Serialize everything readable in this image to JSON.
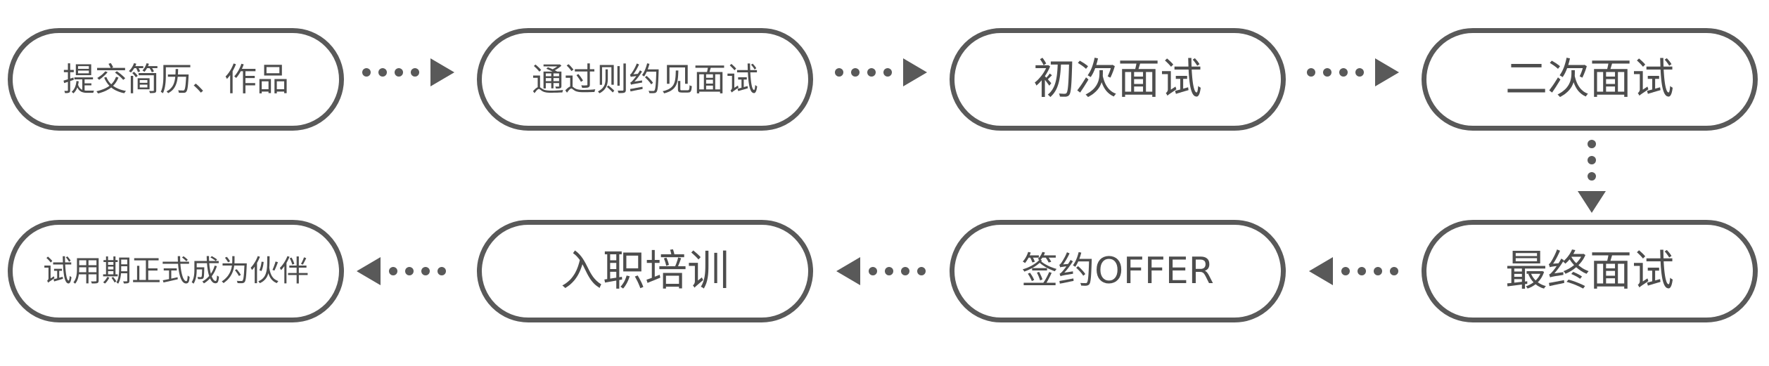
{
  "flow": {
    "steps": [
      {
        "label": "提交简历、作品"
      },
      {
        "label": "通过则约见面试"
      },
      {
        "label": "初次面试"
      },
      {
        "label": "二次面试"
      },
      {
        "label": "最终面试"
      },
      {
        "label": "签约OFFER"
      },
      {
        "label": "入职培训"
      },
      {
        "label": "试用期正式成为伙伴"
      }
    ],
    "colors": {
      "stroke": "#595959",
      "text": "#4d4d4d",
      "background": "#ffffff"
    }
  }
}
